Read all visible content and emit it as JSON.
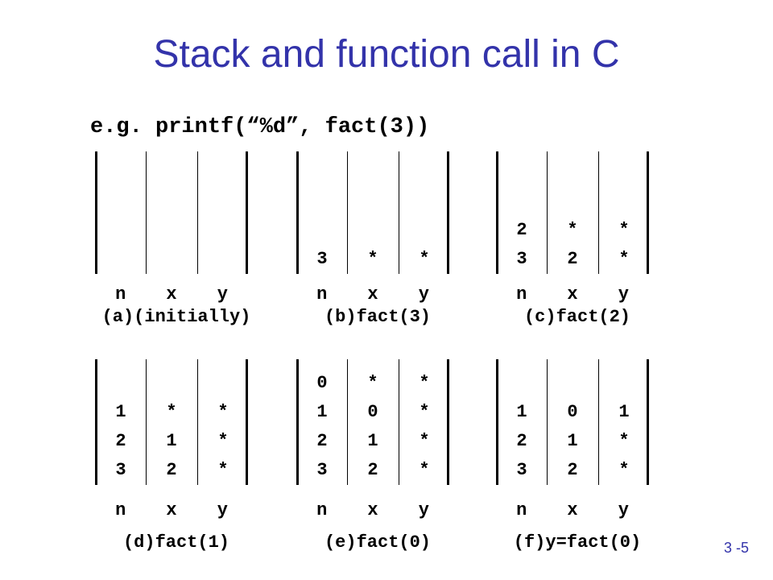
{
  "title": "Stack and function call in C",
  "subtitle": "e.g. printf(“%d”, fact(3))",
  "column_headers": [
    "n",
    "x",
    "y"
  ],
  "diagrams": [
    {
      "caption": "(a)(initially)",
      "columns": [
        [],
        [],
        []
      ]
    },
    {
      "caption": "(b)fact(3)",
      "columns": [
        [
          "3"
        ],
        [
          "*"
        ],
        [
          "*"
        ]
      ]
    },
    {
      "caption": "(c)fact(2)",
      "columns": [
        [
          "3",
          "2"
        ],
        [
          "2",
          "*"
        ],
        [
          "*",
          "*"
        ]
      ]
    },
    {
      "caption": "(d)fact(1)",
      "columns": [
        [
          "3",
          "2",
          "1"
        ],
        [
          "2",
          "1",
          "*"
        ],
        [
          "*",
          "*",
          "*"
        ]
      ]
    },
    {
      "caption": "(e)fact(0)",
      "columns": [
        [
          "3",
          "2",
          "1",
          "0"
        ],
        [
          "2",
          "1",
          "0",
          "*"
        ],
        [
          "*",
          "*",
          "*",
          "*"
        ]
      ]
    },
    {
      "caption": "(f)y=fact(0)",
      "columns": [
        [
          "3",
          "2",
          "1"
        ],
        [
          "2",
          "1",
          "0"
        ],
        [
          "*",
          "*",
          "1"
        ]
      ]
    }
  ],
  "slide_number": "3 -5",
  "colors": {
    "title": "#3333aa",
    "text": "#000000"
  }
}
